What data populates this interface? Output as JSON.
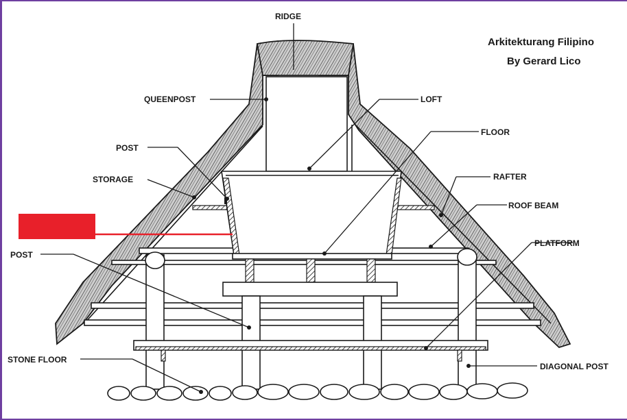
{
  "credit": {
    "line1": "Arkitekturang Filipino",
    "line2": "By Gerard Lico"
  },
  "labels": {
    "ridge": "RIDGE",
    "queenpost": "QUEENPOST",
    "loft": "LOFT",
    "floor": "FLOOR",
    "post_upper": "POST",
    "storage": "STORAGE",
    "rafter": "RAFTER",
    "roof_beam": "ROOF BEAM",
    "platform": "PLATFORM",
    "post_lower": "POST",
    "stone_floor": "STONE FLOOR",
    "diagonal_post": "DIAGONAL POST"
  },
  "colors": {
    "redaction_box": "#e8202a",
    "frame_border": "#6e3fa0",
    "ink": "#1a1a1a"
  }
}
